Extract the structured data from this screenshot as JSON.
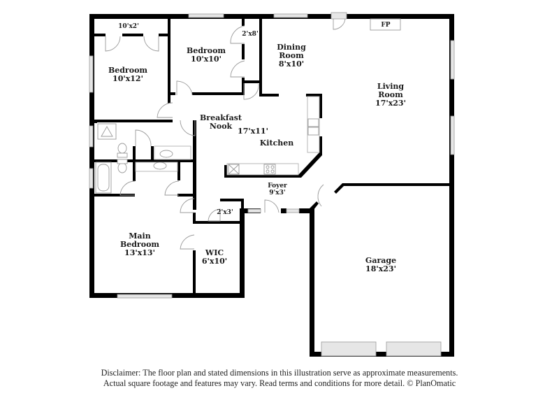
{
  "floor_plan": {
    "rooms": [
      {
        "id": "closet-bed2",
        "name": "",
        "dims": "10'x2'"
      },
      {
        "id": "bedroom-2",
        "name": "Bedroom",
        "dims": "10'x12'"
      },
      {
        "id": "bedroom-3",
        "name": "Bedroom",
        "dims": "10'x10'"
      },
      {
        "id": "closet-bed3",
        "name": "",
        "dims": "2'x8'"
      },
      {
        "id": "dining-room",
        "name": "Dining\nRoom",
        "dims": "8'x10'"
      },
      {
        "id": "living-room",
        "name": "Living\nRoom",
        "dims": "17'x23'"
      },
      {
        "id": "breakfast-nook",
        "name": "Breakfast\nNook",
        "dims": "17'x11'"
      },
      {
        "id": "kitchen",
        "name": "Kitchen",
        "dims": ""
      },
      {
        "id": "foyer",
        "name": "Foyer",
        "dims": "9'x3'"
      },
      {
        "id": "closet-hall",
        "name": "",
        "dims": "2'x3'"
      },
      {
        "id": "main-bedroom",
        "name": "Main\nBedroom",
        "dims": "13'x13'"
      },
      {
        "id": "wic",
        "name": "WIC",
        "dims": "6'x10'"
      },
      {
        "id": "garage",
        "name": "Garage",
        "dims": "18'x23'"
      }
    ],
    "features": {
      "fireplace": "FP"
    },
    "labels": {
      "closet_bed2": "10'x2'",
      "bedroom2": "Bedroom\n10'x12'",
      "bedroom3": "Bedroom\n10'x10'",
      "closet_bed3": "2'x8'",
      "dining": "Dining\nRoom\n8'x10'",
      "living": "Living\nRoom\n17'x23'",
      "nook": "Breakfast\nNook",
      "nook_dims": "17'x11'",
      "kitchen": "Kitchen",
      "foyer": "Foyer\n9'x3'",
      "closet_hall": "2'x3'",
      "main_bedroom": "Main\nBedroom\n13'x13'",
      "wic": "WIC\n6'x10'",
      "garage": "Garage\n18'x23'",
      "fp": "FP"
    }
  },
  "disclaimer": {
    "line1": "Disclaimer: The floor plan and stated dimensions in this illustration serve as approximate measurements.",
    "line2": "Actual square footage and features may vary. Read terms and conditions for more detail. © PlanOmatic"
  }
}
